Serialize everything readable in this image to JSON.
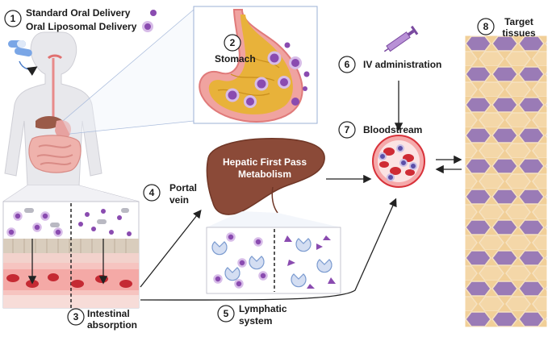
{
  "legend": {
    "step": "1",
    "standard": "Standard Oral Delivery",
    "liposomal": "Oral Liposomal Delivery"
  },
  "stomach": {
    "step": "2",
    "label": "Stomach"
  },
  "intestine": {
    "step": "3",
    "label_line1": "Intestinal",
    "label_line2": "absorption"
  },
  "portal": {
    "step": "4",
    "label_line1": "Portal",
    "label_line2": "vein"
  },
  "lymphatic": {
    "step": "5",
    "label_line1": "Lymphatic",
    "label_line2": "system"
  },
  "iv": {
    "step": "6",
    "label": "IV administration"
  },
  "bloodstream": {
    "step": "7",
    "label": "Bloodstream"
  },
  "target": {
    "step": "8",
    "label_line1": "Target",
    "label_line2": "tissues"
  },
  "liver": {
    "label_line1": "Hepatic First Pass",
    "label_line2": "Metabolism"
  },
  "colors": {
    "drug_purple": "#8a4bb0",
    "liposome_ring": "#c9a6de",
    "blood_red": "#d8323a",
    "liver_brown": "#8b4a38",
    "stomach_yellow": "#e8b23a",
    "tissue_purple": "#9d7cb8",
    "tissue_peach": "#f4d5a5"
  }
}
